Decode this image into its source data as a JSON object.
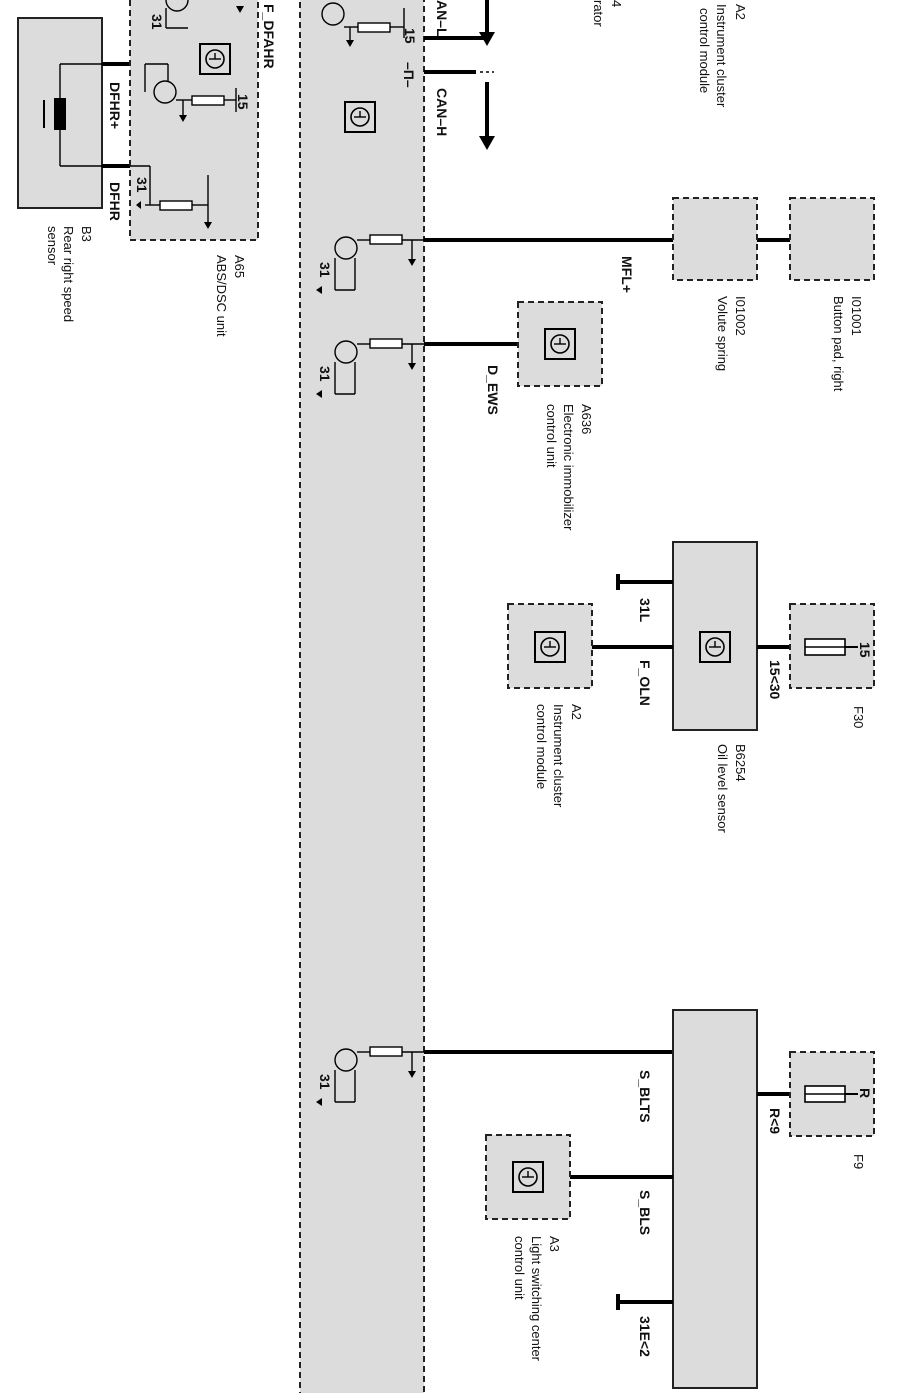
{
  "colors": {
    "module_fill": "#dcdcdc",
    "line": "#000000",
    "background": "#ffffff"
  },
  "components": {
    "a2_top": {
      "code": "A2",
      "name_line1": "Instrument cluster",
      "name_line2": "control module"
    },
    "a2_top_partial": {
      "code_fragment": "4",
      "name_fragment": "rator"
    },
    "b3": {
      "code": "B3",
      "name_line1": "Rear right speed",
      "name_line2": "sensor"
    },
    "a65": {
      "code": "A65",
      "name": "ABS/DSC unit"
    },
    "i01002": {
      "code": "I01002",
      "name": "Volute spring"
    },
    "i01001": {
      "code": "I01001",
      "name": "Button pad, right"
    },
    "a636": {
      "code": "A636",
      "name_line1": "Electronic immobilizer",
      "name_line2": "control unit"
    },
    "f30": {
      "code": "F30",
      "pin": "15"
    },
    "b6254": {
      "code": "B6254",
      "name": "Oil level sensor"
    },
    "a2_mid": {
      "code": "A2",
      "name_line1": "Instrument cluster",
      "name_line2": "control module"
    },
    "f9": {
      "code": "F9",
      "pin": "R"
    },
    "a3": {
      "code": "A3",
      "name_line1": "Light switching center",
      "name_line2": "control unit"
    }
  },
  "wires": {
    "can_l": "AN–L",
    "can_h": "CAN–H",
    "dfhr_plus": "DFHR+",
    "dfhr": "DFHR",
    "f_dfahr": "F_DFAHR",
    "mfl_plus": "MFL+",
    "d_ews": "D_EWS",
    "f_oln": "F_OLN",
    "s_blts": "S_BLTS",
    "s_bls": "S_BLS"
  },
  "pins": {
    "gnd_31": "31",
    "supply_15": "15",
    "term_31l": "31L",
    "term_15_30": "15<30",
    "term_r_9": "R<9",
    "term_31e_2": "31E<2",
    "bus_symbol": "–Π–"
  }
}
